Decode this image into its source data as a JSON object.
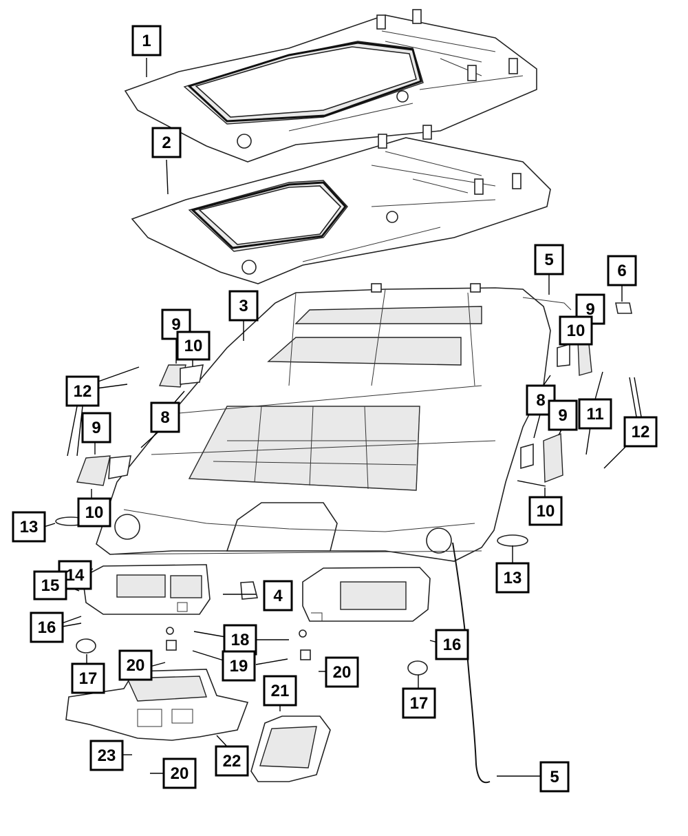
{
  "diagram": {
    "type": "exploded-parts-view",
    "callouts": [
      {
        "id": "c1",
        "label": "1"
      },
      {
        "id": "c2",
        "label": "2"
      },
      {
        "id": "c3",
        "label": "3"
      },
      {
        "id": "c4",
        "label": "4"
      },
      {
        "id": "c5a",
        "label": "5"
      },
      {
        "id": "c5b",
        "label": "5"
      },
      {
        "id": "c6",
        "label": "6"
      },
      {
        "id": "c8a",
        "label": "8"
      },
      {
        "id": "c8b",
        "label": "8"
      },
      {
        "id": "c9a",
        "label": "9"
      },
      {
        "id": "c9b",
        "label": "9"
      },
      {
        "id": "c9c",
        "label": "9"
      },
      {
        "id": "c9d",
        "label": "9"
      },
      {
        "id": "c10a",
        "label": "10"
      },
      {
        "id": "c10b",
        "label": "10"
      },
      {
        "id": "c10c",
        "label": "10"
      },
      {
        "id": "c10d",
        "label": "10"
      },
      {
        "id": "c11",
        "label": "11"
      },
      {
        "id": "c12a",
        "label": "12"
      },
      {
        "id": "c12b",
        "label": "12"
      },
      {
        "id": "c13a",
        "label": "13"
      },
      {
        "id": "c13b",
        "label": "13"
      },
      {
        "id": "c14",
        "label": "14"
      },
      {
        "id": "c15",
        "label": "15"
      },
      {
        "id": "c16a",
        "label": "16"
      },
      {
        "id": "c16b",
        "label": "16"
      },
      {
        "id": "c17a",
        "label": "17"
      },
      {
        "id": "c17b",
        "label": "17"
      },
      {
        "id": "c18",
        "label": "18"
      },
      {
        "id": "c19",
        "label": "19"
      },
      {
        "id": "c20a",
        "label": "20"
      },
      {
        "id": "c20b",
        "label": "20"
      },
      {
        "id": "c20c",
        "label": "20"
      },
      {
        "id": "c21",
        "label": "21"
      },
      {
        "id": "c22",
        "label": "22"
      },
      {
        "id": "c23",
        "label": "23"
      }
    ],
    "parts": [
      {
        "name": "headliner-top-with-sunroof"
      },
      {
        "name": "headliner-middle-with-sunroof"
      },
      {
        "name": "headliner-main"
      },
      {
        "name": "sun-visor-left"
      },
      {
        "name": "sun-visor-right"
      },
      {
        "name": "overhead-console-front"
      },
      {
        "name": "overhead-console-rear"
      },
      {
        "name": "wire-harness"
      }
    ],
    "colors": {
      "line": "#000000",
      "background": "#ffffff",
      "part_shade": "#e9e9e9"
    }
  }
}
